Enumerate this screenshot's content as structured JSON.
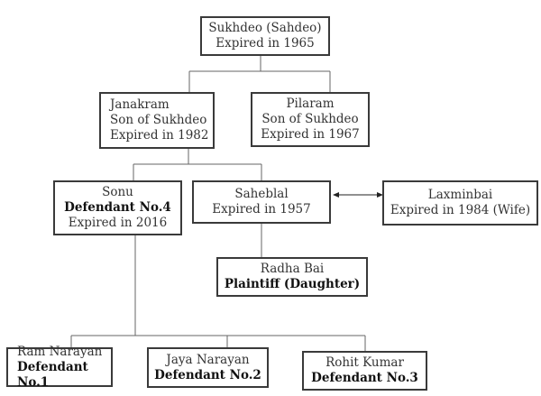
{
  "tree": {
    "sukhdeo": {
      "name": "Sukhdeo (Sahdeo)",
      "note": "Expired in 1965"
    },
    "janakram": {
      "name": "Janakram",
      "relation": "Son of Sukhdeo",
      "note": "Expired in 1982"
    },
    "pilaram": {
      "name": "Pilaram",
      "relation": "Son of Sukhdeo",
      "note": "Expired in 1967"
    },
    "sonu": {
      "name": "Sonu",
      "role": "Defendant No.4",
      "note": "Expired in 2016"
    },
    "saheblal": {
      "name": "Saheblal",
      "note": "Expired in 1957"
    },
    "laxminbai": {
      "name": "Laxminbai",
      "note": "Expired in 1984 (Wife)"
    },
    "radha": {
      "name": "Radha Bai",
      "role": "Plaintiff (Daughter)"
    },
    "ram": {
      "name": "Ram Narayan",
      "role": "Defendant No.1"
    },
    "jaya": {
      "name": "Jaya Narayan",
      "role": "Defendant No.2"
    },
    "rohit": {
      "name": "Rohit Kumar",
      "role": "Defendant No.3"
    }
  }
}
